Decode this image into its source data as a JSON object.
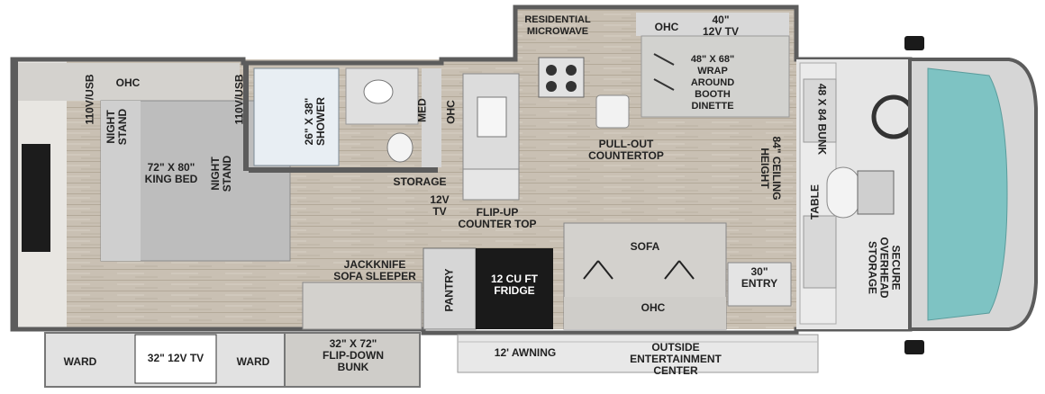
{
  "colors": {
    "wall": "#5c5c5c",
    "floor": "#c8beb0",
    "furniture": "#d8d6d2",
    "bed": "#bdbdbd",
    "fridge": "#1a1a1a",
    "cab_glass": "#7ec3c3"
  },
  "labels": {
    "residential_microwave": "RESIDENTIAL\nMICROWAVE",
    "ohc_kitchen": "OHC",
    "tv_40": "40\"\n12V TV",
    "dinette": "48\" X 68\"\nWRAP\nAROUND\nBOOTH\nDINETTE",
    "ohc_bedroom": "OHC",
    "usb_left": "110V/USB",
    "usb_right": "110V/USB",
    "night_stand_left": "NIGHT\nSTAND",
    "night_stand_right": "NIGHT\nSTAND",
    "king_bed": "72\" X 80\"\nKING BED",
    "shower": "26\" X 38\"\nSHOWER",
    "med": "MED",
    "ohc_bath": "OHC",
    "storage": "STORAGE",
    "tv_12v": "12V\nTV",
    "flip_up_counter": "FLIP-UP\nCOUNTER TOP",
    "pull_out_countertop": "PULL-OUT\nCOUNTERTOP",
    "ceiling_height": "84\" CEILING\nHEIGHT",
    "bunk_48x84": "48 X 84 BUNK",
    "table": "TABLE",
    "secure_storage": "SECURE\nOVERHEAD\nSTORAGE",
    "jackknife": "JACKKNIFE\nSOFA SLEEPER",
    "pantry": "PANTRY",
    "fridge": "12 CU FT\nFRIDGE",
    "sofa": "SOFA",
    "ohc_sofa": "OHC",
    "entry_30": "30\"\nENTRY",
    "ward_left": "WARD",
    "tv_32": "32\" 12V TV",
    "ward_right": "WARD",
    "flip_down_bunk": "32\" X 72\"\nFLIP-DOWN\nBUNK",
    "awning": "12' AWNING",
    "outside_entertainment": "OUTSIDE\nENTERTAINMENT\nCENTER"
  }
}
